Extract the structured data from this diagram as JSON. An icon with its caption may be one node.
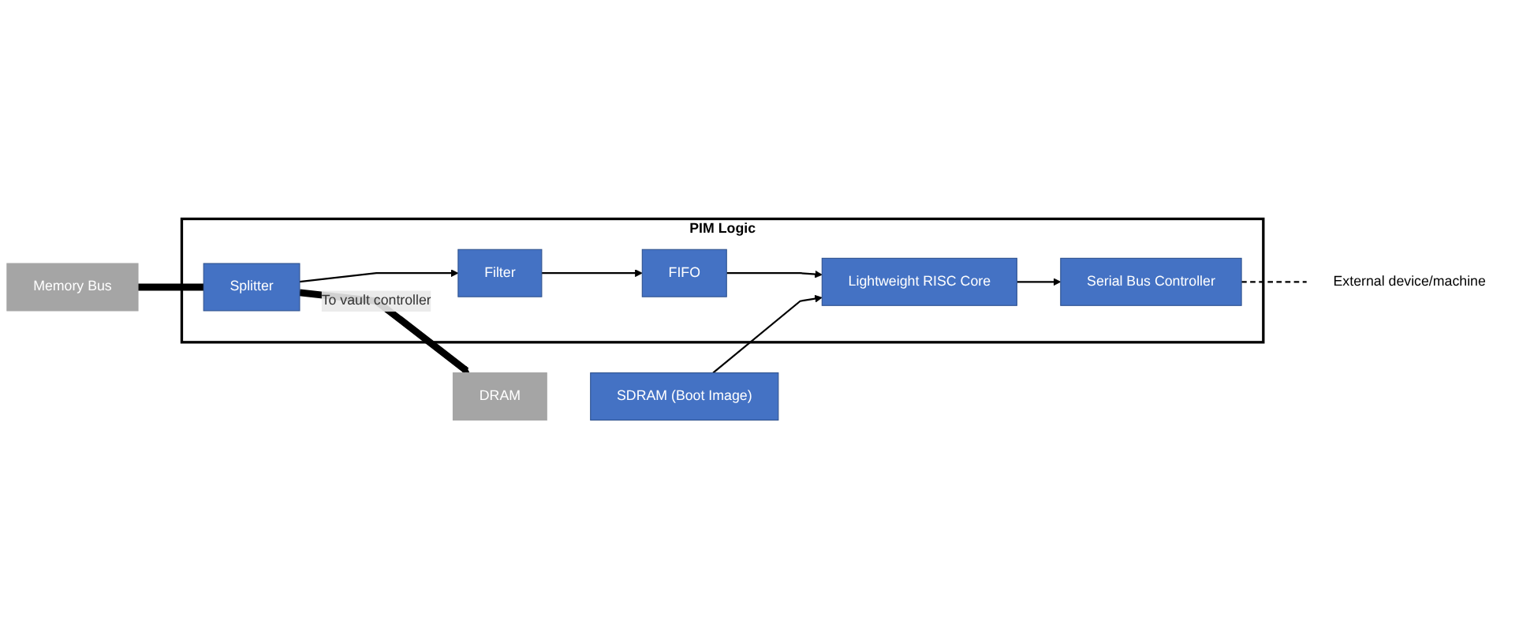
{
  "diagram": {
    "nodes": [
      {
        "text": [
          "Memory Bus"
        ]
      },
      {
        "text": [
          "PIM Logic"
        ]
      },
      {
        "text": [
          "Lightweight RISC Core"
        ],
        "in": 1
      },
      {
        "text": [
          "Serial Bus Controller"
        ],
        "in": 1
      },
      {
        "text": [
          "Filter"
        ],
        "in": 1
      },
      {
        "text": [
          "FIFO"
        ],
        "in": 1
      },
      {
        "text": [
          "Splitter"
        ],
        "in": 1
      },
      {
        "text": [
          "External device/machine"
        ]
      },
      {
        "text": [
          "SDRAM (Boot Image)"
        ]
      },
      {
        "text": [
          "DRAM"
        ]
      }
    ],
    "edges": [
      {
        "from": 0,
        "to": 6,
        "arrow": "none",
        "style": "thick"
      },
      {
        "from": 6,
        "to": 9,
        "arrow": "to",
        "label": "To vault controller",
        "style": "thick"
      },
      {
        "from": 6,
        "to": 4,
        "arrow": "to"
      },
      {
        "from": 4,
        "to": 5,
        "arrow": "to"
      },
      {
        "from": 5,
        "to": 2,
        "arrow": "to"
      },
      {
        "from": 2,
        "to": 3,
        "arrow": "to"
      },
      {
        "from": 8,
        "to": 2,
        "arrow": "to"
      },
      {
        "from": 3,
        "to": 7,
        "arrow": "none",
        "style": "dashed"
      }
    ]
  }
}
